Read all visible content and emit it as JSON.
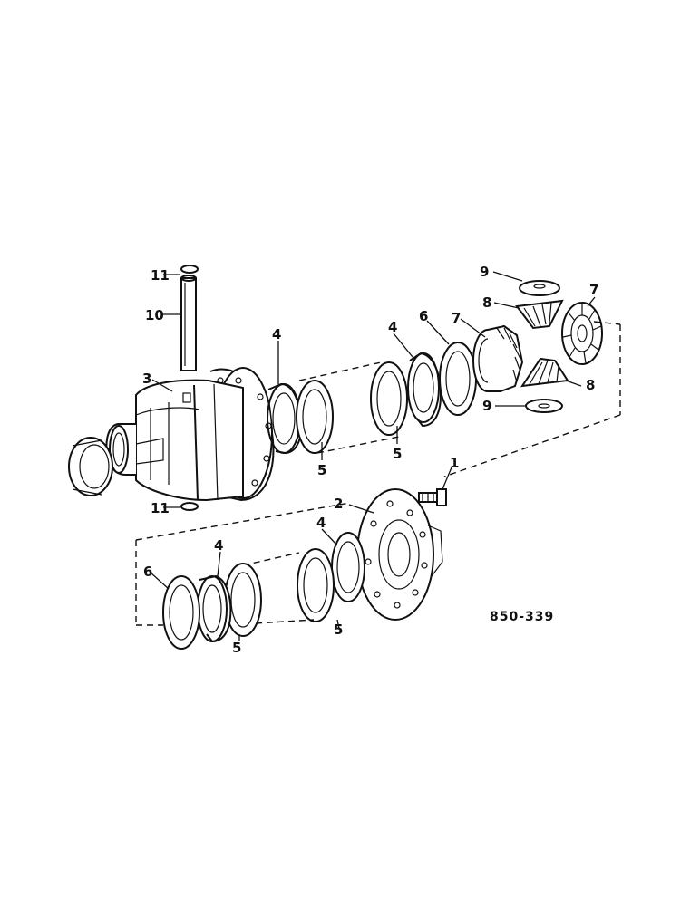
{
  "figure_ref": "850-339",
  "callouts": [
    "1",
    "2",
    "3",
    "4",
    "5",
    "6",
    "7",
    "8",
    "9",
    "10",
    "11"
  ]
}
